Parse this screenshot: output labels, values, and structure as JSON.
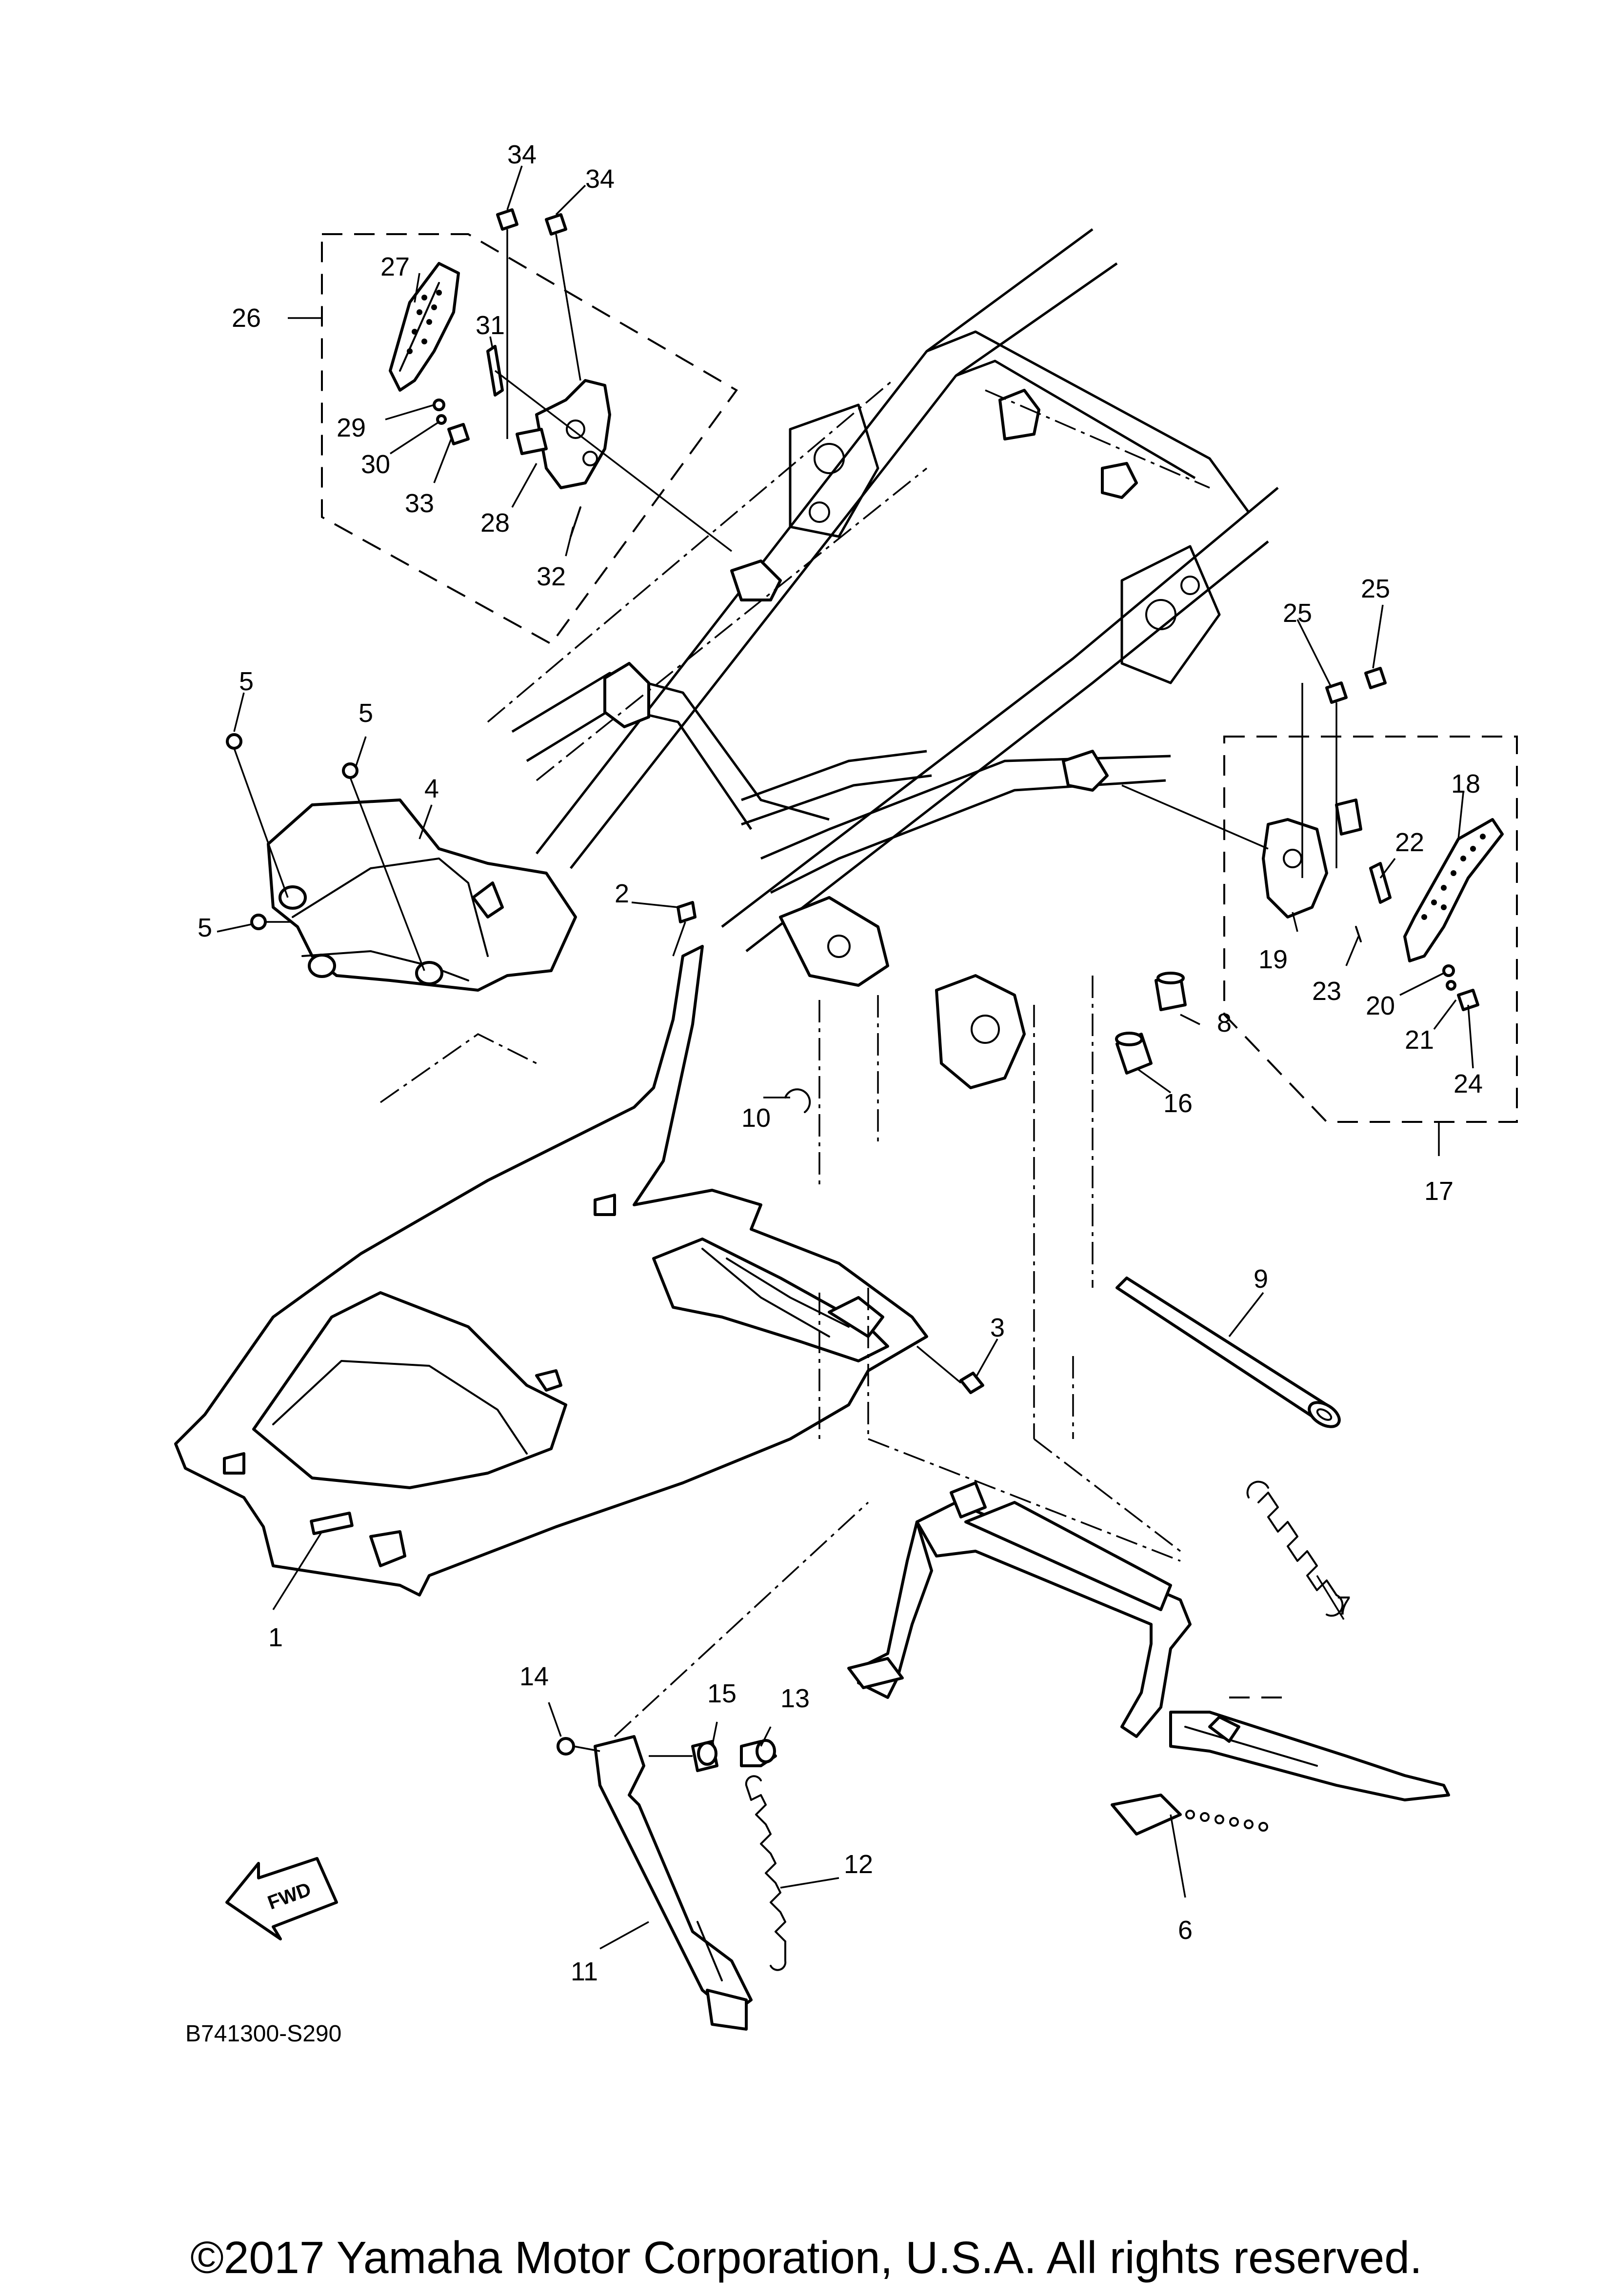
{
  "diagram": {
    "drawing_code": "B741300-S290",
    "copyright": "©2017 Yamaha Motor Corporation, U.S.A. All rights reserved.",
    "direction_label": "FWD",
    "callouts": [
      "1",
      "2",
      "3",
      "4",
      "5",
      "5",
      "5",
      "6",
      "7",
      "8",
      "9",
      "10",
      "11",
      "12",
      "13",
      "14",
      "15",
      "16",
      "17",
      "18",
      "19",
      "20",
      "21",
      "22",
      "23",
      "24",
      "25",
      "25",
      "26",
      "27",
      "28",
      "29",
      "30",
      "31",
      "32",
      "33",
      "34",
      "34"
    ]
  }
}
